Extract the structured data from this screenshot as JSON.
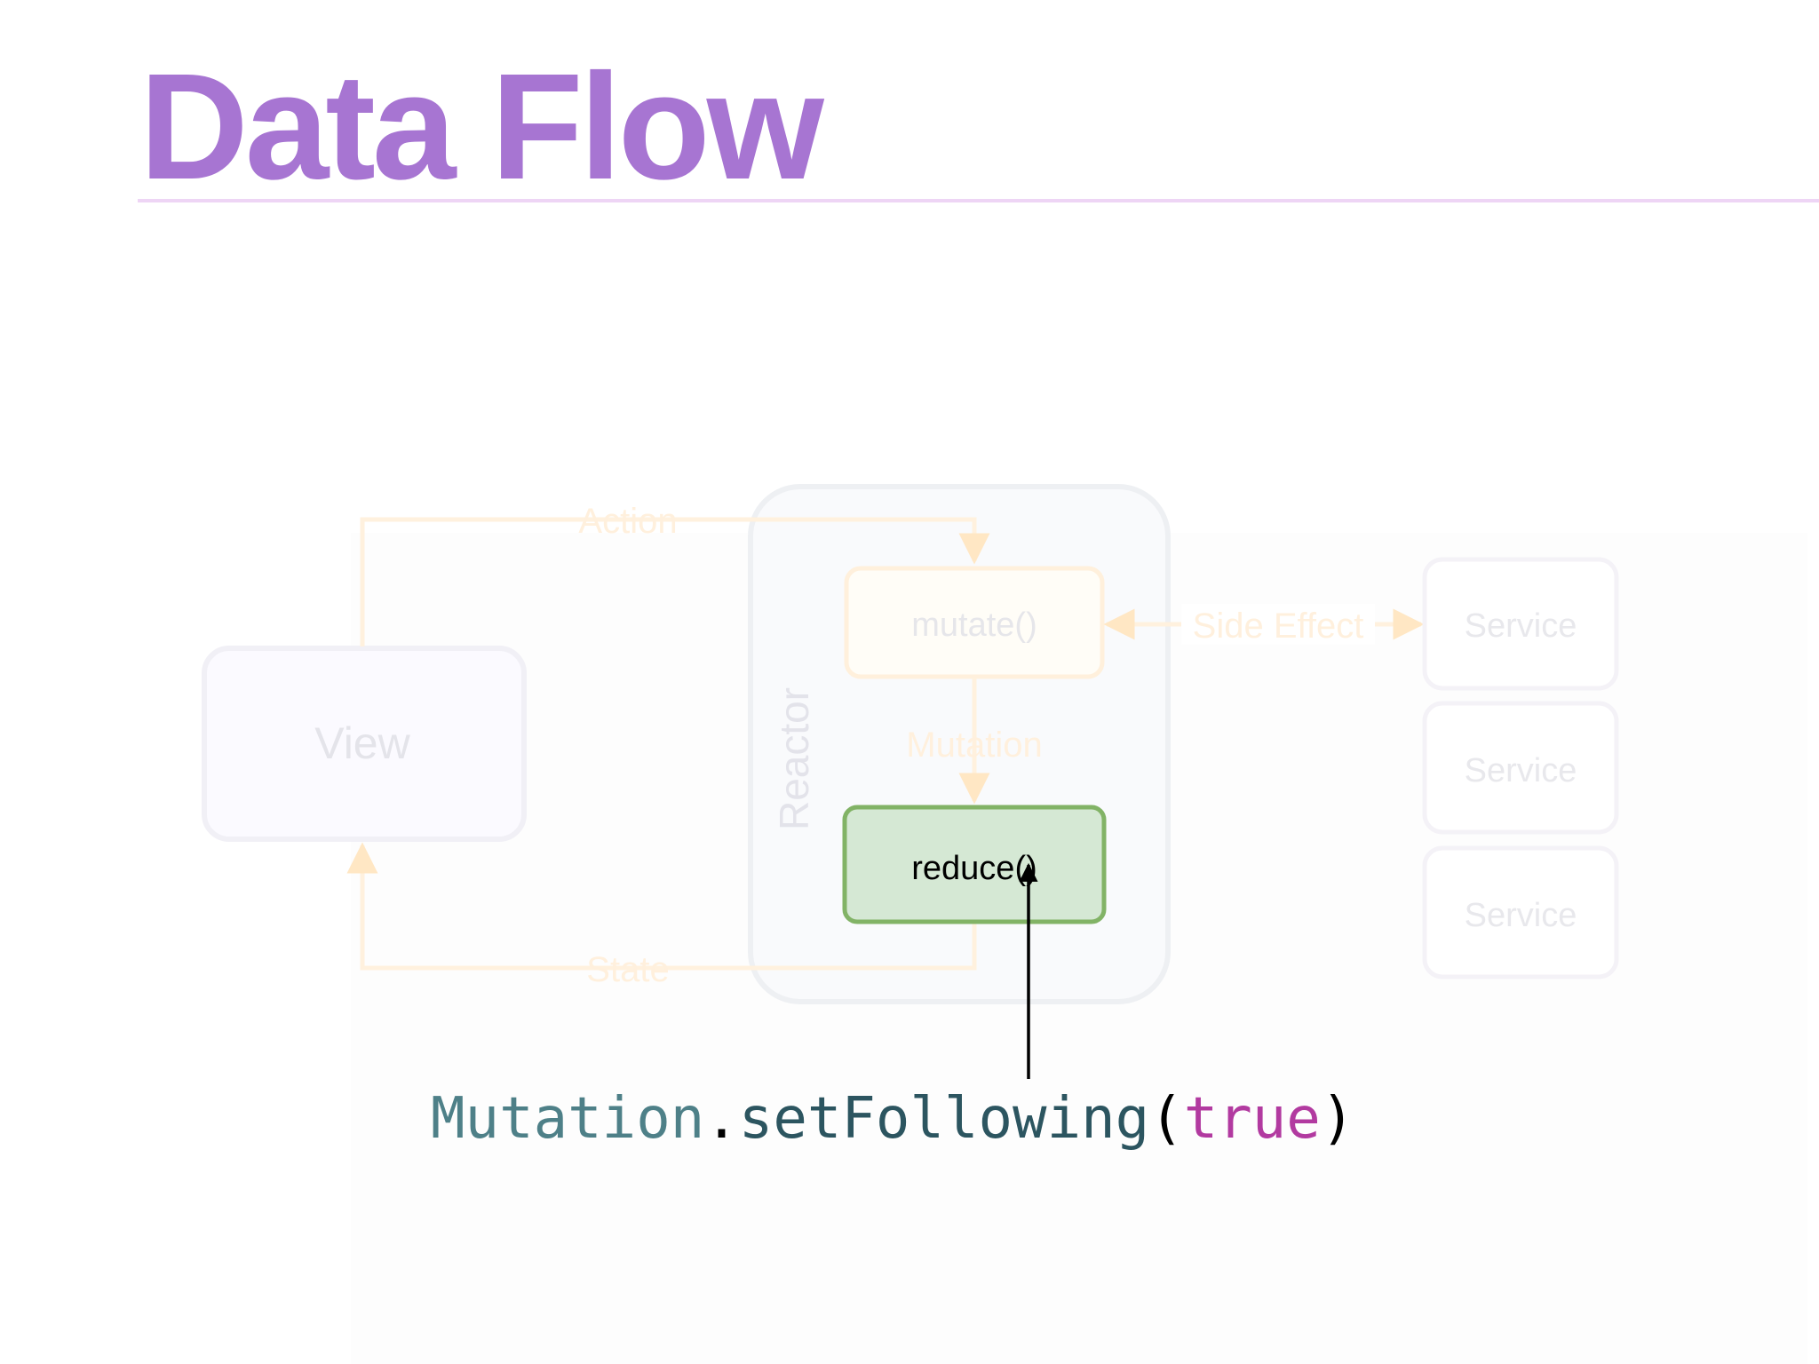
{
  "slide": {
    "title": "Data Flow"
  },
  "diagram": {
    "view_label": "View",
    "reactor_label": "Reactor",
    "action_label": "Action",
    "state_label": "State",
    "mutation_label": "Mutation",
    "side_effect_label": "Side Effect",
    "mutate_label": "mutate()",
    "reduce_label": "reduce()",
    "services": [
      "Service",
      "Service",
      "Service"
    ],
    "colors": {
      "faded_orange": "#ffe7c4",
      "faded_box": "#ebebf2",
      "reduce_fill": "#d5e8d4",
      "reduce_stroke": "#82b366",
      "title": "#a775d2"
    }
  },
  "code": {
    "type": "Mutation",
    "dot": ".",
    "method": "setFollowing",
    "open_paren": "(",
    "argument": "true",
    "close_paren": ")"
  }
}
